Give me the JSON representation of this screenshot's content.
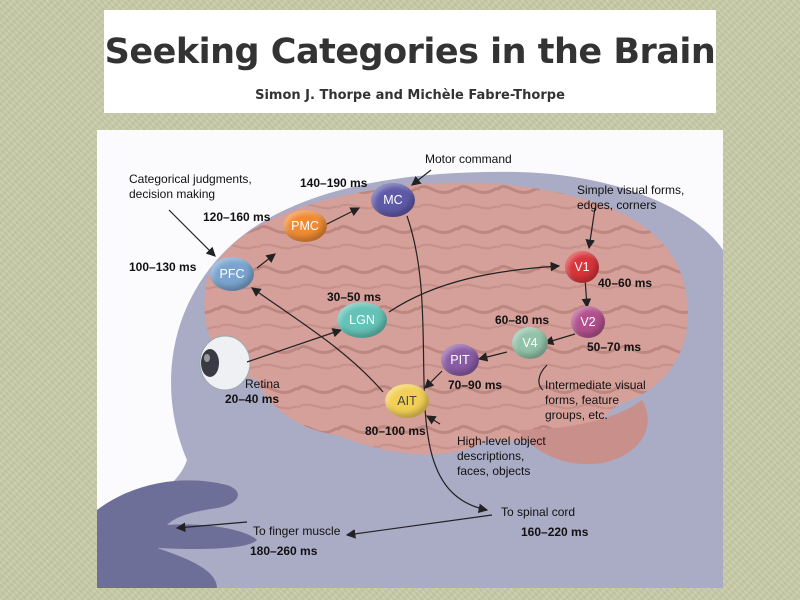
{
  "slide": {
    "title": "Seeking Categories in the Brain",
    "authors": "Simon J. Thorpe and Michèle Fabre-Thorpe"
  },
  "diagram": {
    "nodes": {
      "mc": "MC",
      "pmc": "PMC",
      "pfc": "PFC",
      "lgn": "LGN",
      "v1": "V1",
      "v2": "V2",
      "v4": "V4",
      "pit": "PIT",
      "ait": "AIT"
    },
    "timings": {
      "mc": "140–190 ms",
      "pmc": "120–160 ms",
      "pfc": "100–130 ms",
      "lgn": "30–50 ms",
      "v1": "40–60 ms",
      "v2": "50–70 ms",
      "v4": "60–80 ms",
      "pit": "70–90 ms",
      "ait": "80–100 ms",
      "retina": "20–40 ms",
      "spinal": "160–220 ms",
      "finger": "180–260 ms"
    },
    "labels": {
      "motor_command": "Motor command",
      "categorical_1": "Categorical judgments,",
      "categorical_2": "decision making",
      "simple_1": "Simple visual forms,",
      "simple_2": "edges, corners",
      "retina": "Retina",
      "intermediate_1": "Intermediate visual",
      "intermediate_2": "forms, feature",
      "intermediate_3": "groups, etc.",
      "highlevel_1": "High-level object",
      "highlevel_2": "descriptions,",
      "highlevel_3": "faces, objects",
      "spinal": "To spinal cord",
      "finger": "To finger muscle"
    },
    "colors": {
      "mc": "#5e5aa8",
      "pmc": "#ee8b34",
      "pfc": "#7aa4cf",
      "lgn": "#64c2b6",
      "v1": "#d8343a",
      "v2": "#b2508e",
      "v4": "#92c2a8",
      "pit": "#8a5ca6",
      "ait": "#f2cf55"
    }
  }
}
